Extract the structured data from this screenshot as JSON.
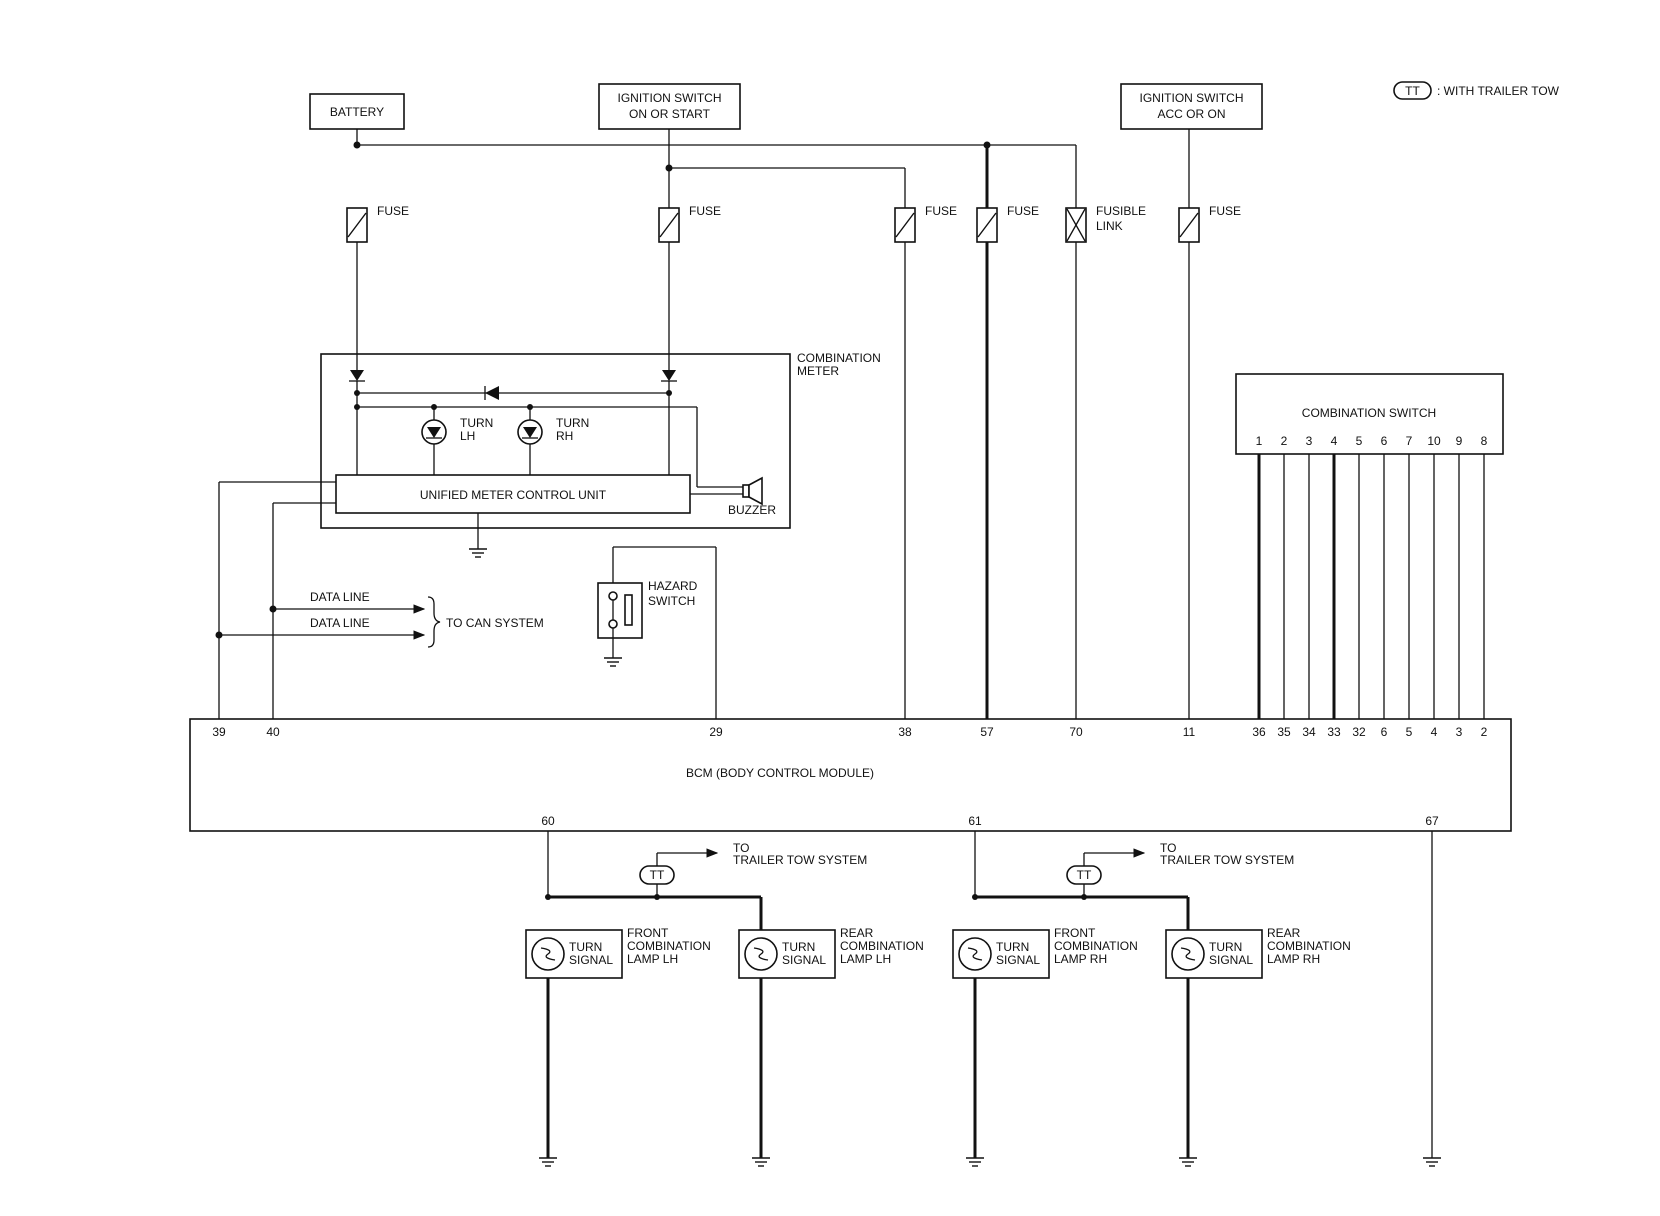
{
  "legend": {
    "symbol": "TT",
    "text": ": WITH TRAILER TOW"
  },
  "sources": {
    "battery": "BATTERY",
    "ign_on_start": [
      "IGNITION SWITCH",
      "ON OR START"
    ],
    "ign_acc_on": [
      "IGNITION SWITCH",
      "ACC OR ON"
    ]
  },
  "fuses": {
    "fuse": "FUSE",
    "fusible_link": [
      "FUSIBLE",
      "LINK"
    ]
  },
  "combination_meter": {
    "label": [
      "COMBINATION",
      "METER"
    ],
    "turn_lh": [
      "TURN",
      "LH"
    ],
    "turn_rh": [
      "TURN",
      "RH"
    ],
    "control_unit": "UNIFIED METER CONTROL UNIT",
    "buzzer": "BUZZER"
  },
  "data_lines": {
    "line1": "DATA LINE",
    "line2": "DATA LINE",
    "target": "TO CAN SYSTEM"
  },
  "hazard_switch": [
    "HAZARD",
    "SWITCH"
  ],
  "combination_switch": {
    "label": "COMBINATION SWITCH",
    "pins": [
      "1",
      "2",
      "3",
      "4",
      "5",
      "6",
      "7",
      "10",
      "9",
      "8"
    ]
  },
  "bcm": {
    "label": "BCM (BODY CONTROL MODULE)",
    "top_pins": [
      "39",
      "40",
      "29",
      "38",
      "57",
      "70",
      "11",
      "36",
      "35",
      "34",
      "33",
      "32",
      "6",
      "5",
      "4",
      "3",
      "2"
    ],
    "bottom_pins": [
      "60",
      "61",
      "67"
    ]
  },
  "trailer": {
    "symbol": "TT",
    "to": "TO",
    "system": "TRAILER TOW SYSTEM"
  },
  "lamps": [
    {
      "inner": [
        "TURN",
        "SIGNAL"
      ],
      "label": [
        "FRONT",
        "COMBINATION",
        "LAMP LH"
      ]
    },
    {
      "inner": [
        "TURN",
        "SIGNAL"
      ],
      "label": [
        "REAR",
        "COMBINATION",
        "LAMP LH"
      ]
    },
    {
      "inner": [
        "TURN",
        "SIGNAL"
      ],
      "label": [
        "FRONT",
        "COMBINATION",
        "LAMP RH"
      ]
    },
    {
      "inner": [
        "TURN",
        "SIGNAL"
      ],
      "label": [
        "REAR",
        "COMBINATION",
        "LAMP RH"
      ]
    }
  ]
}
